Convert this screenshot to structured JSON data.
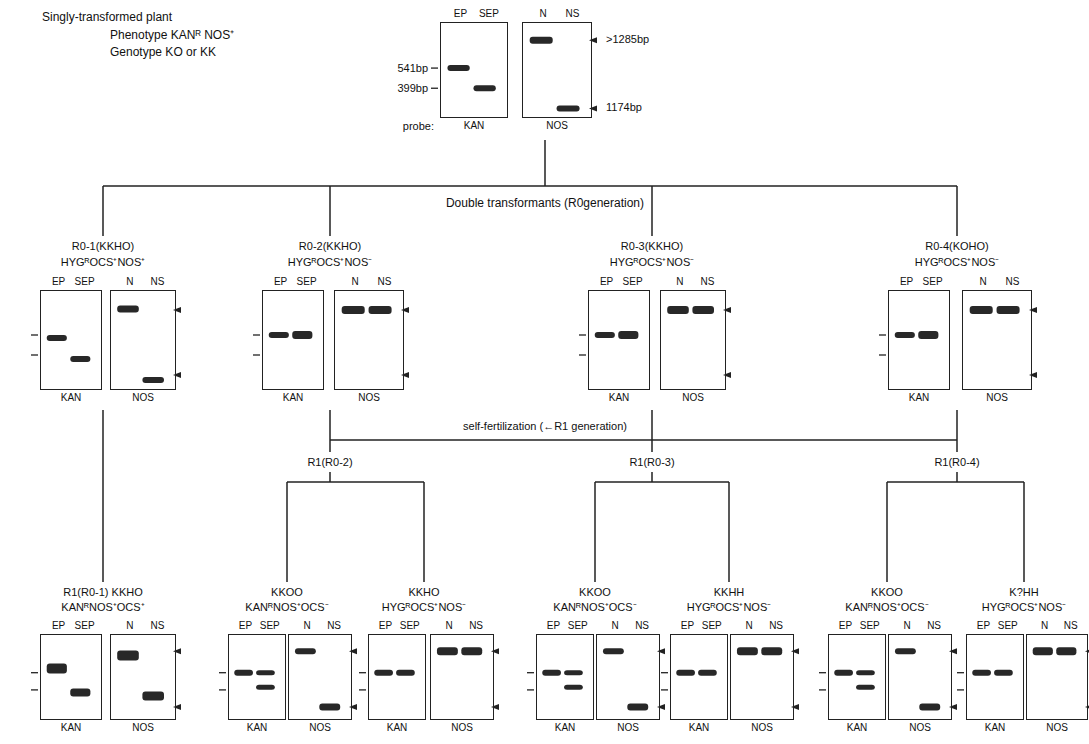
{
  "diagram": {
    "nodes": [
      {
        "text": [
          "EP",
          "SEP",
          "KAN"
        ]
      },
      {
        "text": [
          "N",
          "NS",
          "NOS"
        ]
      },
      {
        "text": [
          "EP",
          "SEP",
          "KAN"
        ]
      },
      {
        "text": [
          "N",
          "NS",
          "NOS"
        ]
      },
      {
        "text": [
          "EP",
          "SEP",
          "KAN"
        ]
      },
      {
        "text": [
          "N",
          "NS",
          "NOS"
        ]
      },
      {
        "text": [
          "EP",
          "SEP",
          "KAN"
        ]
      },
      {
        "text": [
          "N",
          "NS",
          "NOS"
        ]
      },
      {
        "text": [
          "EP",
          "SEP",
          "KAN"
        ]
      },
      {
        "text": [
          "N",
          "NS",
          "NOS"
        ]
      },
      {
        "text": [
          "EP",
          "SEP",
          "KAN"
        ]
      },
      {
        "text": [
          "N",
          "NS",
          "NOS"
        ]
      },
      {
        "text": [
          "EP",
          "SEP",
          "KAN"
        ]
      },
      {
        "text": [
          "N",
          "NS",
          "NOS"
        ]
      },
      {
        "text": [
          "EP",
          "SEP",
          "KAN"
        ]
      },
      {
        "text": [
          "N",
          "NS",
          "NOS"
        ]
      },
      {
        "text": [
          "EP",
          "SEP",
          "KAN"
        ]
      },
      {
        "text": [
          "N",
          "NS",
          "NOS"
        ]
      },
      {
        "text": [
          "EP",
          "SEP",
          "KAN"
        ]
      },
      {
        "text": [
          "N",
          "NS",
          "NOS"
        ]
      },
      {
        "text": [
          "EP",
          "SEP",
          "KAN"
        ]
      },
      {
        "text": [
          "N",
          "NS",
          "NOS"
        ]
      },
      {
        "text": [
          "EP",
          "SEP",
          "KAN"
        ]
      },
      {
        "text": [
          "N",
          "NS",
          "NOS"
        ]
      }
    ],
    "labels": [
      "Singly-transformed plant",
      "Phenotype KANᴿ NOS⁺",
      "Genotype KO or KK",
      "541bp",
      "399bp",
      ">1285bp",
      "1174bp",
      "probe:",
      "Double transformants (R0generation)",
      "R0-1(KKHO)",
      "HYGᴿOCS⁺NOS⁺",
      "R0-2(KKHO)",
      "HYGᴿOCS⁺NOS⁻",
      "R0-3(KKHO)",
      "HYGᴿOCS⁺NOS⁻",
      "R0-4(KOHO)",
      "HYGᴿOCS⁺NOS⁻",
      "self-fertilization (←R1 generation)",
      "R1(R0-2)",
      "R1(R0-3)",
      "R1(R0-4)",
      "R1(R0-1) KKHO",
      "KANᴿNOS⁺OCS⁺",
      "KKOO",
      "KANᴿNOS⁺OCS⁻",
      "KKHO",
      "HYGᴿOCS⁺NOS⁻",
      "KKOO",
      "KANᴿNOS⁺OCS⁻",
      "KKHH",
      "HYGᴿOCS⁺NOS⁻",
      "KKOO",
      "KANᴿNOS⁺OCS⁻",
      "K?HH",
      "HYGᴿOCS⁺NOS⁻"
    ]
  }
}
